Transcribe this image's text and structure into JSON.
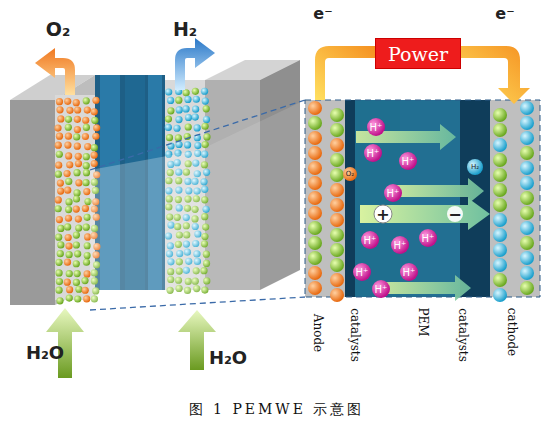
{
  "diagram": {
    "caption": "图 1 PEMWE 示意图",
    "nodes": [
      {
        "text": [
          "Power"
        ]
      }
    ],
    "edges": [],
    "labels": [
      "O₂",
      "H₂",
      "e⁻",
      "e⁻",
      "H⁺",
      "H⁺",
      "H⁺",
      "H⁺",
      "H⁺",
      "H⁺",
      "H⁺",
      "H⁺",
      "H⁺",
      "H⁺",
      "O₂",
      "H₂",
      "+",
      "−",
      "H₂O",
      "H₂O",
      "Anode",
      "catalysts",
      "PEM",
      "catalysts",
      "cathode"
    ]
  }
}
